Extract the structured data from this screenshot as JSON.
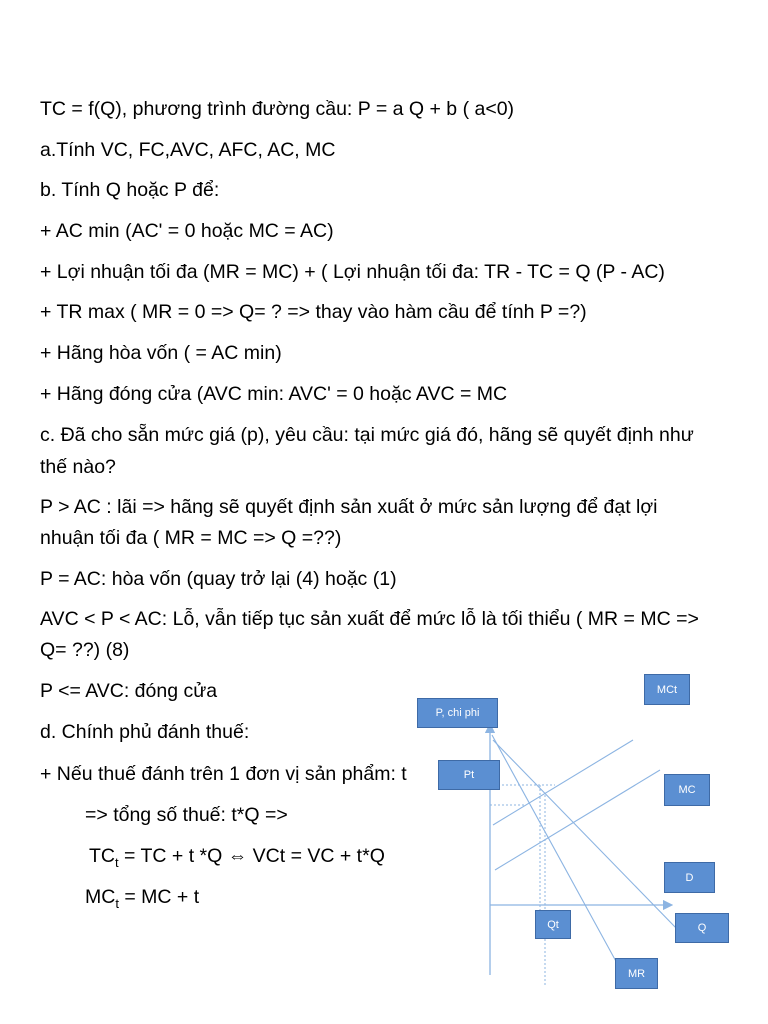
{
  "lines": [
    "TC = f(Q),   phương trình đường cầu: P = a Q + b ( a<0)",
    "a.Tính VC, FC,AVC, AFC, AC, MC",
    "b. Tính Q hoặc P để:",
    "+ AC min (AC' = 0 hoặc MC = AC)",
    "+ Lợi nhuận tối đa (MR = MC) + ( Lợi nhuận tối đa: TR - TC = Q (P - AC)",
    "+ TR max ( MR = 0 => Q= ? => thay vào hàm cầu để tính P =?)",
    "+ Hãng hòa vốn ( = AC min)",
    "+ Hãng đóng cửa (AVC min: AVC' = 0 hoặc AVC = MC",
    "c. Đã cho sẵn mức giá (p), yêu cầu: tại mức giá đó, hãng sẽ quyết định như",
    "thế nào?",
    "P > AC : lãi => hãng sẽ quyết định sản xuất ở mức sản lượng để đạt lợi",
    "nhuận tối đa ( MR = MC => Q =??)",
    "P = AC: hòa vốn (quay trở lại (4) hoặc (1)",
    "AVC < P < AC: Lỗ, vẫn tiếp tục sản xuất để mức lỗ là tối thiểu ( MR = MC =>",
    "Q= ??) (8)",
    "P <= AVC: đóng cửa",
    "d. Chính phủ đánh thuế:",
    "+ Nếu thuế đánh trên 1 đơn vị sản phẩm:  t",
    "=> tổng số thuế: t*Q =>"
  ],
  "formula_tc": {
    "lhs": "TC",
    "sub": "t",
    "rest": " = TC + t *Q  ⇔ VCt = VC + t*Q"
  },
  "formula_mc": {
    "lhs": "MC",
    "sub": "t",
    "rest": " = MC + t"
  },
  "diagram": {
    "axis_y_label": "P, chi phi",
    "axis_x_label": "Q",
    "mct_label": "MCt",
    "mc_label": "MC",
    "d_label": "D",
    "mr_label": "MR",
    "pt_label": "Pt",
    "qt_label": "Qt",
    "box_color": "#5b8fd2",
    "line_color": "#8cb4e2"
  }
}
